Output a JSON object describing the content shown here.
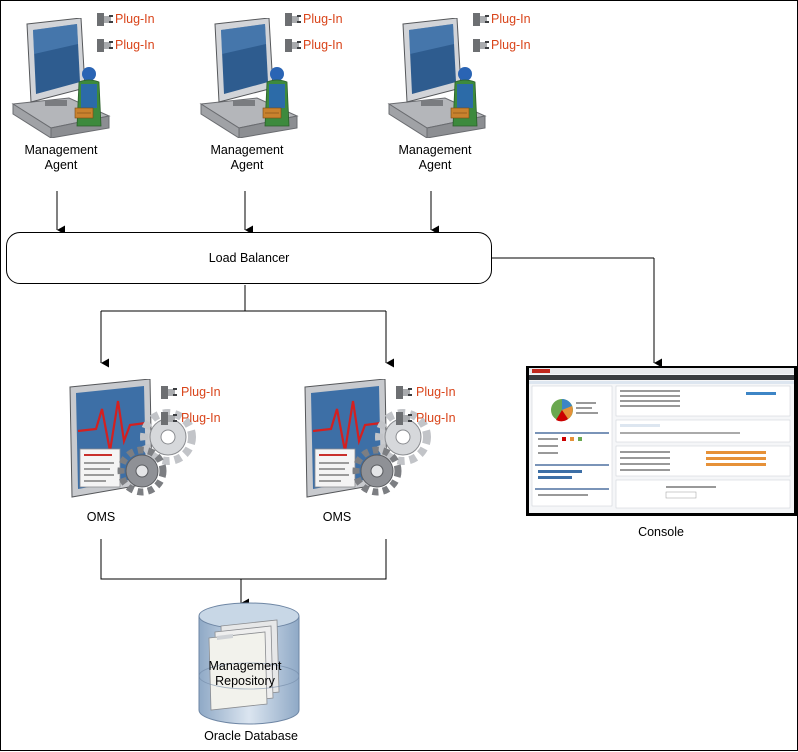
{
  "colors": {
    "plugin_text": "#d9441a",
    "oms_red_line": "#d32020",
    "monitor_screen": "#3d6fa6",
    "db_blue": "#b8cbe0",
    "agent_green": "#3d8a3d"
  },
  "agents": [
    {
      "label_line1": "Management",
      "label_line2": "Agent",
      "plugins": [
        "Plug-In",
        "Plug-In"
      ]
    },
    {
      "label_line1": "Management",
      "label_line2": "Agent",
      "plugins": [
        "Plug-In",
        "Plug-In"
      ]
    },
    {
      "label_line1": "Management",
      "label_line2": "Agent",
      "plugins": [
        "Plug-In",
        "Plug-In"
      ]
    }
  ],
  "load_balancer": {
    "label": "Load Balancer"
  },
  "oms": [
    {
      "label": "OMS",
      "plugins": [
        "Plug-In",
        "Plug-In"
      ]
    },
    {
      "label": "OMS",
      "plugins": [
        "Plug-In",
        "Plug-In"
      ]
    }
  ],
  "console": {
    "label": "Console"
  },
  "repository": {
    "label_line1": "Management",
    "label_line2": "Repository",
    "db_label": "Oracle Database"
  }
}
